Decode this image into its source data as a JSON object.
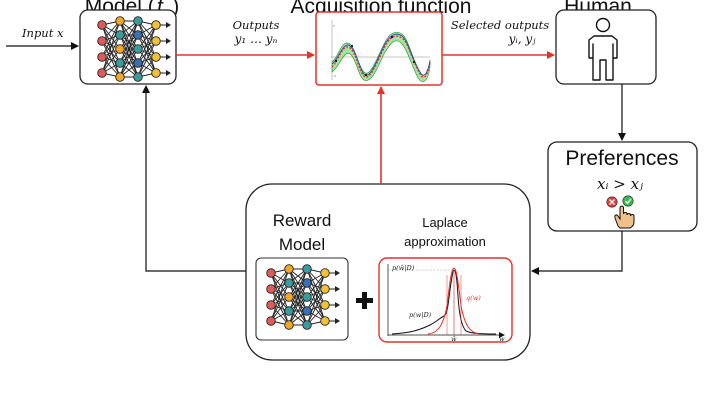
{
  "title_model": "Model (ƒ )",
  "title_acquisition": "Acquisition function",
  "title_human": "Human",
  "input_label": "Input x",
  "outputs_label": "Outputs",
  "outputs_vars": "y₁ … yₙ",
  "selected_label": "Selected outputs",
  "selected_vars": "yᵢ, yⱼ",
  "preferences_title": "Preferences",
  "preference_relation": "xᵢ > xⱼ",
  "reward_line1": "Reward",
  "reward_line2": "Model",
  "laplace_line1": "Laplace",
  "laplace_line2": "approximation",
  "plot_label_pwhat": "p(ŵ|D)",
  "plot_label_q": "q(w)",
  "plot_label_p": "p(w|D)",
  "plot_label_what": "ŵ",
  "plot_label_w": "w",
  "colors": {
    "flow_red": "#e8302a",
    "flow_black": "#111111",
    "node_orange": "#f5a623",
    "node_red": "#e05a5a",
    "node_teal": "#3a9d9d",
    "node_blue": "#3a6fb0",
    "node_yellow": "#f2c230",
    "check_green": "#3cba54",
    "cross_red": "#e04040"
  }
}
